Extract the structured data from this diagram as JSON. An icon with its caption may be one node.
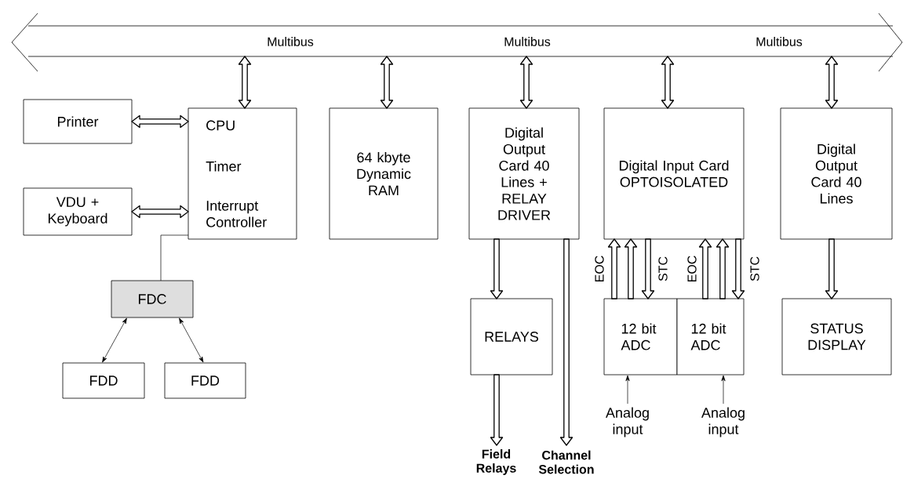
{
  "diagram": {
    "nodes": [
      {
        "text": [
          "Multibus",
          "Multibus",
          "Multibus"
        ]
      },
      {
        "text": [
          "Printer"
        ]
      },
      {
        "text": [
          "VDU + Keyboard"
        ]
      },
      {
        "text": [
          "CPU",
          "Timer",
          "Interrupt Controller"
        ]
      },
      {
        "text": [
          "64 kbyte Dynamic RAM"
        ]
      },
      {
        "text": [
          "Digital Output Card 40 Lines + RELAY DRIVER"
        ]
      },
      {
        "text": [
          "Digital Input Card OPTOISOLATED"
        ]
      },
      {
        "text": [
          "Digital Output Card 40 Lines"
        ]
      },
      {
        "text": [
          "FDC"
        ]
      },
      {
        "text": [
          "FDD"
        ]
      },
      {
        "text": [
          "FDD"
        ]
      },
      {
        "text": [
          "RELAYS"
        ]
      },
      {
        "text": [
          "12 bit ADC"
        ]
      },
      {
        "text": [
          "12 bit ADC"
        ]
      },
      {
        "text": [
          "STATUS DISPLAY"
        ]
      },
      {
        "text": [
          "Analog input"
        ]
      },
      {
        "text": [
          "Analog input"
        ]
      },
      {
        "text": [
          "Field Relays"
        ]
      },
      {
        "text": [
          "Channel Selection"
        ]
      }
    ],
    "edges": [
      {
        "from": 0,
        "to": 3,
        "arrow": "both",
        "style": "thick"
      },
      {
        "from": 0,
        "to": 4,
        "arrow": "both",
        "style": "thick"
      },
      {
        "from": 0,
        "to": 5,
        "arrow": "both",
        "style": "thick"
      },
      {
        "from": 0,
        "to": 6,
        "arrow": "both",
        "style": "thick"
      },
      {
        "from": 0,
        "to": 7,
        "arrow": "both",
        "style": "thick"
      },
      {
        "from": 1,
        "to": 3,
        "arrow": "both",
        "style": "thick"
      },
      {
        "from": 2,
        "to": 3,
        "arrow": "both",
        "style": "thick"
      },
      {
        "from": 3,
        "to": 8,
        "arrow": "none"
      },
      {
        "from": 8,
        "to": 9,
        "arrow": "both"
      },
      {
        "from": 8,
        "to": 10,
        "arrow": "both"
      },
      {
        "from": 5,
        "to": 11,
        "arrow": "to",
        "style": "thick"
      },
      {
        "from": 11,
        "to": 17,
        "arrow": "to",
        "style": "thick"
      },
      {
        "from": 5,
        "to": 18,
        "arrow": "to",
        "style": "thick"
      },
      {
        "from": 12,
        "to": 6,
        "arrow": "to",
        "style": "thick",
        "label": "EOC"
      },
      {
        "from": 12,
        "to": 6,
        "arrow": "to",
        "style": "thick"
      },
      {
        "from": 6,
        "to": 12,
        "arrow": "to",
        "style": "thick",
        "label": "STC"
      },
      {
        "from": 13,
        "to": 6,
        "arrow": "to",
        "style": "thick",
        "label": "EOC"
      },
      {
        "from": 13,
        "to": 6,
        "arrow": "to",
        "style": "thick"
      },
      {
        "from": 6,
        "to": 13,
        "arrow": "to",
        "style": "thick",
        "label": "STC"
      },
      {
        "from": 15,
        "to": 12,
        "arrow": "to"
      },
      {
        "from": 16,
        "to": 13,
        "arrow": "to"
      },
      {
        "from": 7,
        "to": 14,
        "arrow": "to",
        "style": "thick"
      }
    ]
  }
}
